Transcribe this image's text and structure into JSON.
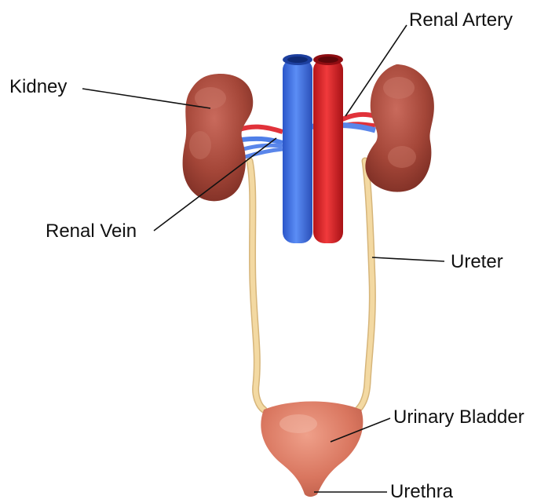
{
  "labels": {
    "kidney": "Kidney",
    "renal_artery": "Renal Artery",
    "renal_vein": "Renal Vein",
    "ureter": "Ureter",
    "urinary_bladder": "Urinary Bladder",
    "urethra": "Urethra"
  },
  "colors": {
    "kidney": "#a84a3c",
    "vein": "#3f6fe0",
    "artery": "#d9262a",
    "ureter": "#f0d49a",
    "bladder": "#d9765f",
    "leader_line": "#111111"
  }
}
